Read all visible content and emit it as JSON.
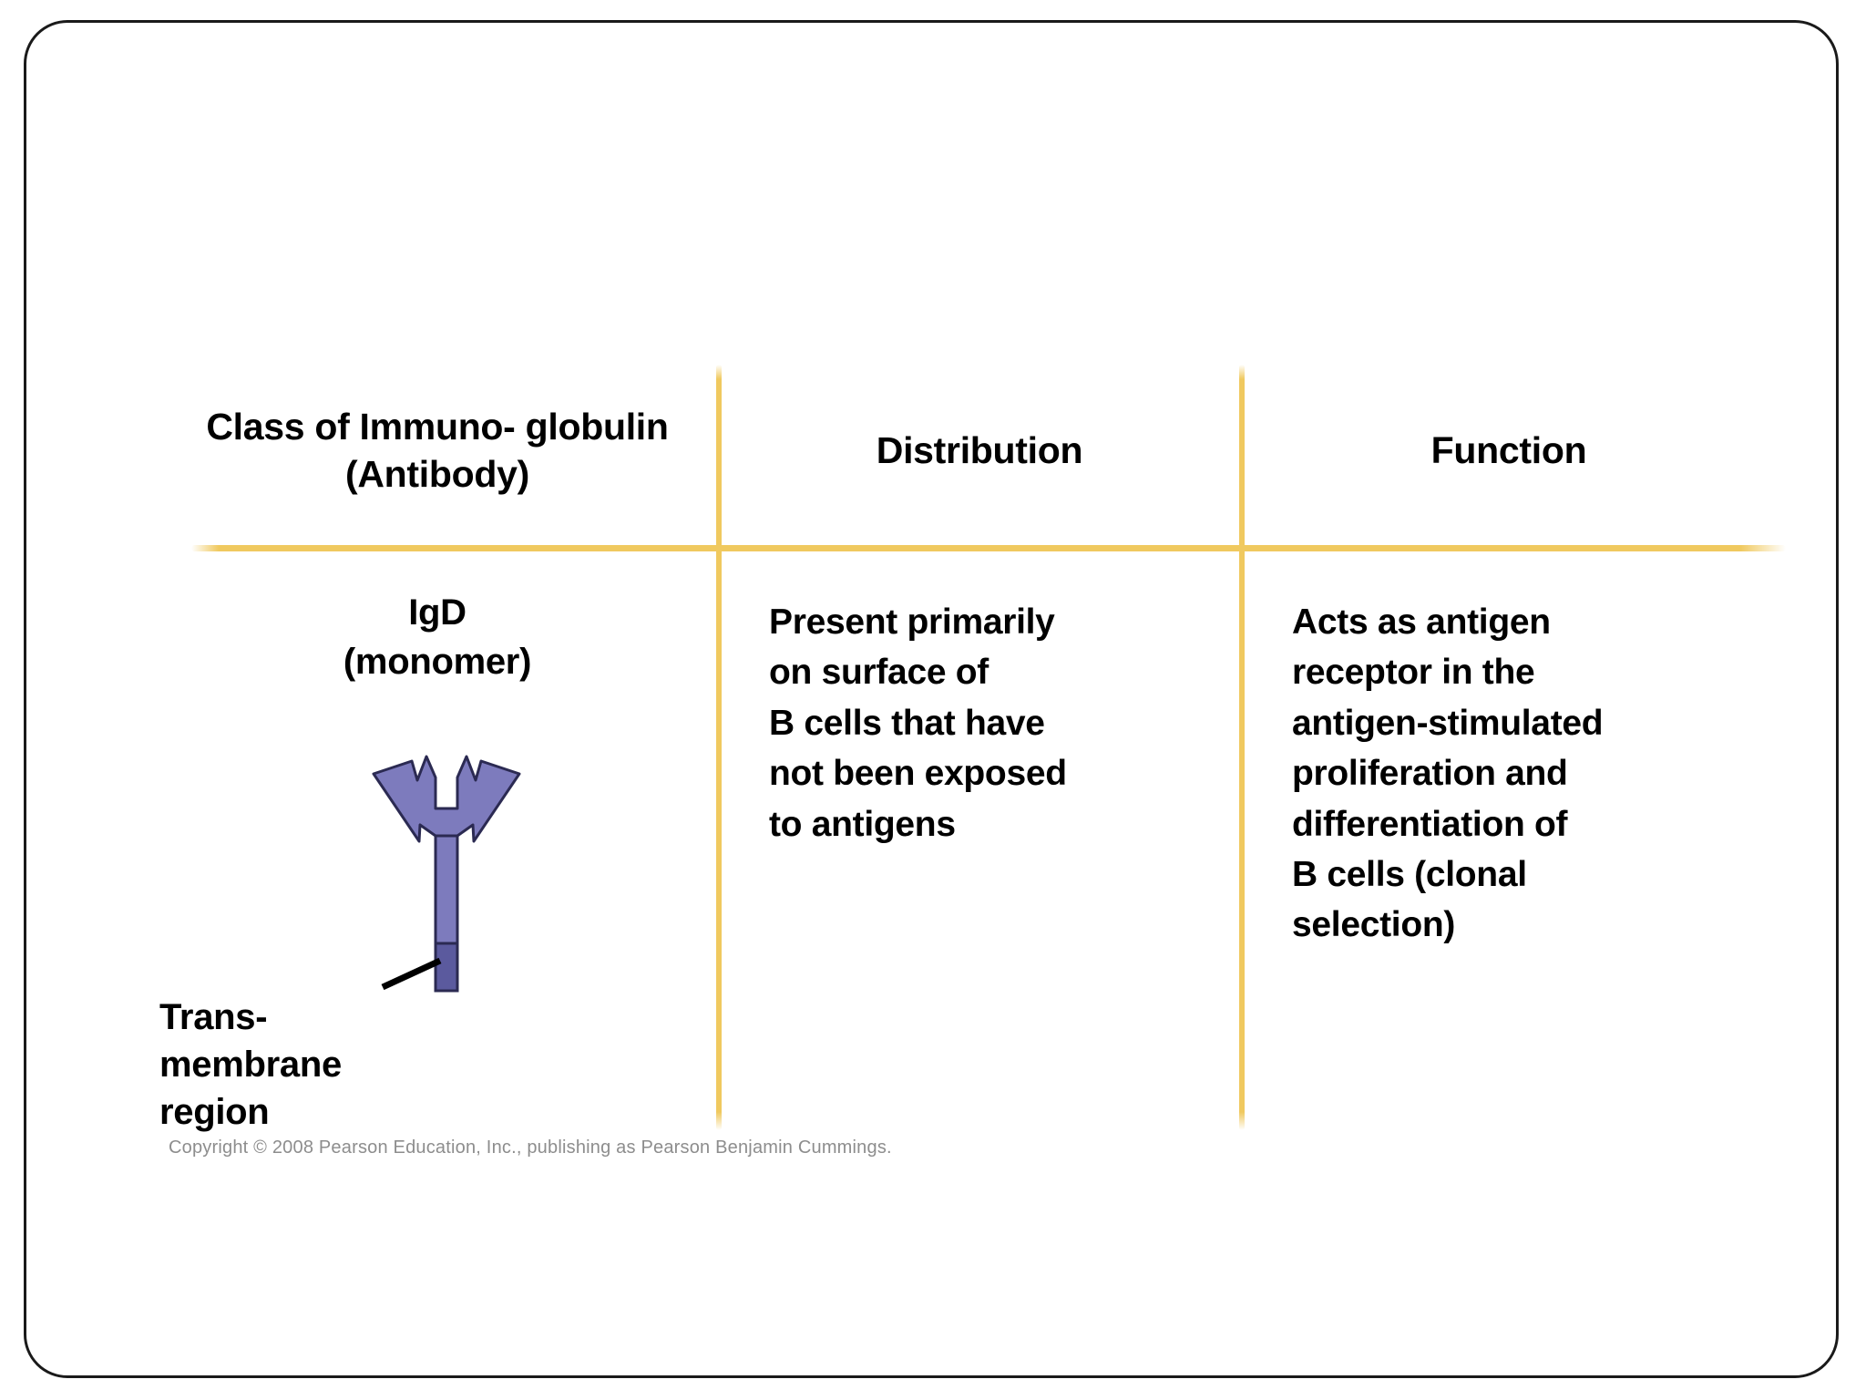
{
  "slide": {
    "background_color": "#ffffff",
    "border_color": "#1a1a1a",
    "rule_color": "#f0c95f"
  },
  "table": {
    "headers": [
      {
        "label": "Class of Immuno-\nglobulin (Antibody)"
      },
      {
        "label": "Distribution"
      },
      {
        "label": "Function"
      }
    ],
    "rows": [
      {
        "class_label": "IgD\n(monomer)",
        "distribution": "Present primarily\non surface of\nB cells that have\nnot been exposed\nto antigens",
        "function": "Acts as antigen\nreceptor in the\nantigen-stimulated\nproliferation and\ndifferentiation of\nB cells (clonal\nselection)"
      }
    ]
  },
  "figure": {
    "name": "IgD antibody monomer diagram",
    "callout_label": "Trans-\nmembrane\nregion",
    "body_color": "#7d7bbd",
    "transmembrane_color": "#5b5a9e",
    "outline_color": "#2b2a52"
  },
  "footer": {
    "copyright": "Copyright © 2008 Pearson Education, Inc., publishing as Pearson Benjamin Cummings."
  }
}
